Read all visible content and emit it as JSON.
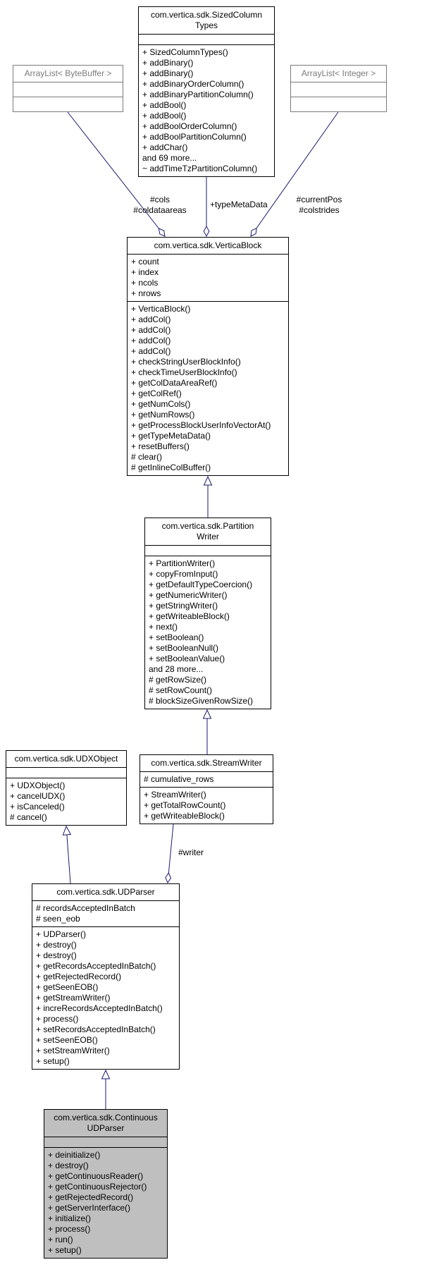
{
  "diagram": {
    "colors": {
      "edge": "#191970",
      "box_border": "#000000",
      "box_bg": "#ffffff",
      "highlight_bg": "#bfbfbf",
      "text": "#000000",
      "page_bg": "#ffffff",
      "muted": "#7a7a7a"
    },
    "classes": {
      "sizedcolumntypes": {
        "title": "com.vertica.sdk.SizedColumn\nTypes",
        "attributes": [],
        "methods": [
          "+ SizedColumnTypes()",
          "+ addBinary()",
          "+ addBinary()",
          "+ addBinaryOrderColumn()",
          "+ addBinaryPartitionColumn()",
          "+ addBool()",
          "+ addBool()",
          "+ addBoolOrderColumn()",
          "+ addBoolPartitionColumn()",
          "+ addChar()",
          "and 69 more...",
          "~ addTimeTzPartitionColumn()"
        ]
      },
      "arraylist_bytebuffer": {
        "title": "ArrayList< ByteBuffer >",
        "attributes": [],
        "methods": []
      },
      "arraylist_integer": {
        "title": "ArrayList< Integer >",
        "attributes": [],
        "methods": []
      },
      "verticablock": {
        "title": "com.vertica.sdk.VerticaBlock",
        "attributes": [
          "+ count",
          "+ index",
          "+ ncols",
          "+ nrows"
        ],
        "methods": [
          "+ VerticaBlock()",
          "+ addCol()",
          "+ addCol()",
          "+ addCol()",
          "+ addCol()",
          "+ checkStringUserBlockInfo()",
          "+ checkTimeUserBlockInfo()",
          "+ getColDataAreaRef()",
          "+ getColRef()",
          "+ getNumCols()",
          "+ getNumRows()",
          "+ getProcessBlockUserInfoVectorAt()",
          "+ getTypeMetaData()",
          "+ resetBuffers()",
          "# clear()",
          "# getInlineColBuffer()"
        ]
      },
      "partitionwriter": {
        "title": "com.vertica.sdk.Partition\nWriter",
        "attributes": [],
        "methods": [
          "+ PartitionWriter()",
          "+ copyFromInput()",
          "+ getDefaultTypeCoercion()",
          "+ getNumericWriter()",
          "+ getStringWriter()",
          "+ getWriteableBlock()",
          "+ next()",
          "+ setBoolean()",
          "+ setBooleanNull()",
          "+ setBooleanValue()",
          "and 28 more...",
          "# getRowSize()",
          "# setRowCount()",
          "# blockSizeGivenRowSize()"
        ]
      },
      "udxobject": {
        "title": "com.vertica.sdk.UDXObject",
        "attributes": [],
        "methods": [
          "+ UDXObject()",
          "+ cancelUDX()",
          "+ isCanceled()",
          "# cancel()"
        ]
      },
      "streamwriter": {
        "title": "com.vertica.sdk.StreamWriter",
        "attributes": [
          "# cumulative_rows"
        ],
        "methods": [
          "+ StreamWriter()",
          "+ getTotalRowCount()",
          "+ getWriteableBlock()"
        ]
      },
      "udparser": {
        "title": "com.vertica.sdk.UDParser",
        "attributes": [
          "# recordsAcceptedInBatch",
          "# seen_eob"
        ],
        "methods": [
          "+ UDParser()",
          "+ destroy()",
          "+ destroy()",
          "+ getRecordsAcceptedInBatch()",
          "+ getRejectedRecord()",
          "+ getSeenEOB()",
          "+ getStreamWriter()",
          "+ increRecordsAcceptedInBatch()",
          "+ process()",
          "+ setRecordsAcceptedInBatch()",
          "+ setSeenEOB()",
          "+ setStreamWriter()",
          "+ setup()"
        ]
      },
      "continuousudparser": {
        "title": "com.vertica.sdk.Continuous\nUDParser",
        "attributes": [],
        "methods": [
          "+ deinitialize()",
          "+ destroy()",
          "+ getContinuousReader()",
          "+ getContinuousRejector()",
          "+ getRejectedRecord()",
          "+ getServerInterface()",
          "+ initialize()",
          "+ process()",
          "+ run()",
          "+ setup()"
        ]
      }
    },
    "edge_labels": {
      "cols": "#cols\n#coldataareas",
      "typemetadata": "+typeMetaData",
      "currentpos": "#currentPos\n#colstrides",
      "writer": "#writer"
    }
  }
}
